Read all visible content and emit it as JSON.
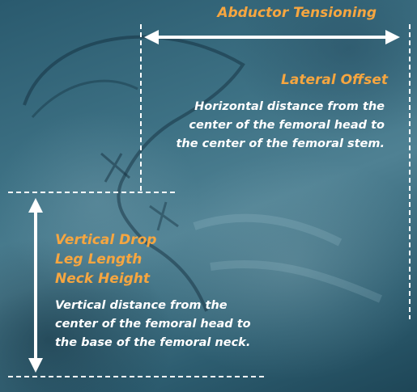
{
  "colors": {
    "accent_orange": "#f6a640",
    "text_white": "#ffffff",
    "background_blue": "#3e7285"
  },
  "labels": {
    "abductor_tensioning": "Abductor Tensioning",
    "lateral_offset": {
      "title": "Lateral Offset",
      "description": [
        "Horizontal distance from the",
        "center of the femoral head to",
        "the center of the femoral stem."
      ]
    },
    "vertical": {
      "titles": [
        "Vertical Drop",
        "Leg Length",
        "Neck Height"
      ],
      "description": [
        "Vertical distance from the",
        "center of the femoral head to",
        "the base of the femoral neck."
      ]
    }
  },
  "icons": {
    "horizontal_arrow": "double-headed-horizontal-arrow-icon",
    "vertical_arrow": "double-headed-vertical-arrow-icon"
  }
}
